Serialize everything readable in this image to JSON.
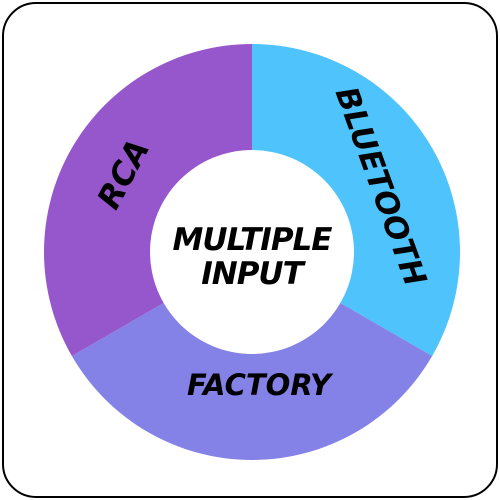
{
  "diagram": {
    "center_lines": [
      "MULTIPLE",
      "INPUT"
    ],
    "segments": [
      {
        "label": "BLUETOOTH",
        "color": "#4fc3fb"
      },
      {
        "label": "FACTORY",
        "color": "#8482e6"
      },
      {
        "label": "RCA",
        "color": "#9757cc"
      }
    ],
    "hole_color": "#ffffff",
    "text_color": "#000000",
    "frame_color": "#000000"
  }
}
